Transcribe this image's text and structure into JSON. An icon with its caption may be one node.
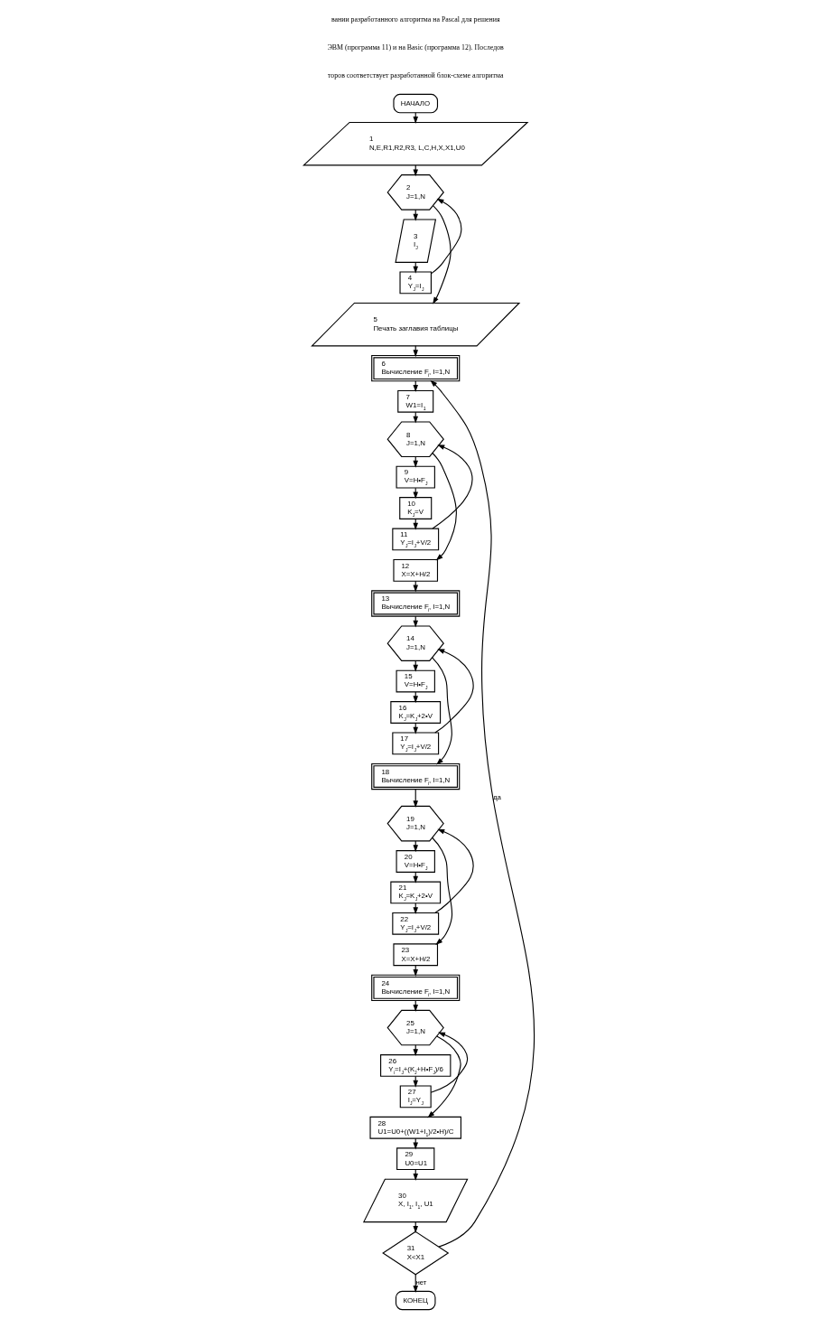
{
  "diagram": {
    "nodes": [
      {
        "text": [
          "НАЧАЛО"
        ]
      },
      {
        "text": [
          "1",
          "N,E,R1,R2,R3, L,C,H,X,X1,U0"
        ]
      },
      {
        "text": [
          "2",
          "J=1,N"
        ]
      },
      {
        "text": [
          "3",
          "I$_{J}$"
        ]
      },
      {
        "text": [
          "4",
          "Y$_{J}$=I$_{J}$"
        ]
      },
      {
        "text": [
          "5",
          "Печать заглавия таблицы"
        ]
      },
      {
        "text": [
          "6",
          "Вычисление F$_{i}$, I=1,N"
        ]
      },
      {
        "text": [
          "7",
          "W1=I$_{1}$"
        ]
      },
      {
        "text": [
          "8",
          "J=1,N"
        ]
      },
      {
        "text": [
          "9",
          "V=H•F$_{J}$"
        ]
      },
      {
        "text": [
          "10",
          "K$_{J}$=V"
        ]
      },
      {
        "text": [
          "11",
          "Y$_{J}$=I$_{J}$+V/2"
        ]
      },
      {
        "text": [
          "12",
          "X=X+H/2"
        ]
      },
      {
        "text": [
          "13",
          "Вычисление F$_{i}$, I=1,N"
        ]
      },
      {
        "text": [
          "14",
          "J=1,N"
        ]
      },
      {
        "text": [
          "15",
          "V=H•F$_{J}$"
        ]
      },
      {
        "text": [
          "16",
          "K$_{J}$=K$_{J}$+2•V"
        ]
      },
      {
        "text": [
          "17",
          "Y$_{J}$=I$_{J}$+V/2"
        ]
      },
      {
        "text": [
          "18",
          "Вычисление F$_{i}$, I=1,N"
        ]
      },
      {
        "text": [
          "19",
          "J=1,N"
        ]
      },
      {
        "text": [
          "20",
          "V=H•F$_{J}$"
        ]
      },
      {
        "text": [
          "21",
          "K$_{J}$=K$_{J}$+2•V"
        ]
      },
      {
        "text": [
          "22",
          "Y$_{J}$=I$_{J}$+V/2"
        ]
      },
      {
        "text": [
          "23",
          "X=X+H/2"
        ]
      },
      {
        "text": [
          "24",
          "Вычисление F$_{i}$, I=1,N"
        ]
      },
      {
        "text": [
          "25",
          "J=1,N"
        ]
      },
      {
        "text": [
          "26",
          "Y$_{i}$=I$_{J}$+(K$_{J}$+H•F$_{J}$)/6"
        ]
      },
      {
        "text": [
          "27",
          "I$_{J}$=Y$_{J}$"
        ]
      },
      {
        "text": [
          "28",
          "U1=U0+((W1+I$_{1}$)/2•H)/C"
        ]
      },
      {
        "text": [
          "29",
          "U0=U1"
        ]
      },
      {
        "text": [
          "30",
          "X, I$_{1}$, I$_{1}$, U1"
        ]
      },
      {
        "text": [
          "31",
          "X<X1"
        ]
      },
      {
        "text": [
          "КОНЕЦ"
        ]
      }
    ],
    "edges": [
      {
        "from": 0,
        "to": 1,
        "arrow": "to"
      },
      {
        "from": 1,
        "to": 2,
        "arrow": "to"
      },
      {
        "from": 2,
        "to": 3,
        "arrow": "to"
      },
      {
        "from": 3,
        "to": 4,
        "arrow": "to"
      },
      {
        "from": 4,
        "to": 2,
        "arrow": "to"
      },
      {
        "from": 2,
        "to": 5,
        "arrow": "to"
      },
      {
        "from": 5,
        "to": 6,
        "arrow": "to"
      },
      {
        "from": 6,
        "to": 7,
        "arrow": "to"
      },
      {
        "from": 7,
        "to": 8,
        "arrow": "to"
      },
      {
        "from": 8,
        "to": 9,
        "arrow": "to"
      },
      {
        "from": 9,
        "to": 10,
        "arrow": "to"
      },
      {
        "from": 10,
        "to": 11,
        "arrow": "to"
      },
      {
        "from": 11,
        "to": 8,
        "arrow": "to"
      },
      {
        "from": 8,
        "to": 12,
        "arrow": "to"
      },
      {
        "from": 12,
        "to": 13,
        "arrow": "to"
      },
      {
        "from": 13,
        "to": 14,
        "arrow": "to"
      },
      {
        "from": 14,
        "to": 15,
        "arrow": "to"
      },
      {
        "from": 15,
        "to": 16,
        "arrow": "to"
      },
      {
        "from": 16,
        "to": 17,
        "arrow": "to"
      },
      {
        "from": 17,
        "to": 14,
        "arrow": "to"
      },
      {
        "from": 14,
        "to": 18,
        "arrow": "to"
      },
      {
        "from": 18,
        "to": 19,
        "arrow": "to"
      },
      {
        "from": 19,
        "to": 20,
        "arrow": "to"
      },
      {
        "from": 20,
        "to": 21,
        "arrow": "to"
      },
      {
        "from": 21,
        "to": 22,
        "arrow": "to"
      },
      {
        "from": 22,
        "to": 19,
        "arrow": "to"
      },
      {
        "from": 19,
        "to": 23,
        "arrow": "to"
      },
      {
        "from": 23,
        "to": 24,
        "arrow": "to"
      },
      {
        "from": 24,
        "to": 25,
        "arrow": "to"
      },
      {
        "from": 25,
        "to": 26,
        "arrow": "to"
      },
      {
        "from": 26,
        "to": 27,
        "arrow": "to"
      },
      {
        "from": 27,
        "to": 25,
        "arrow": "to"
      },
      {
        "from": 25,
        "to": 28,
        "arrow": "to"
      },
      {
        "from": 28,
        "to": 29,
        "arrow": "to"
      },
      {
        "from": 29,
        "to": 30,
        "arrow": "to"
      },
      {
        "from": 30,
        "to": 31,
        "arrow": "to"
      },
      {
        "from": 31,
        "to": 6,
        "arrow": "to",
        "label": "да"
      },
      {
        "from": 31,
        "to": 32,
        "arrow": "to",
        "label": "нет"
      }
    ],
    "labels": [
      "вании разработанного алгоритма на Pascal для решения",
      "ЭВМ (программа 11) и на Basic (программа 12). Последов",
      "торов соответствует разработанной блок-схеме алгоритма"
    ]
  }
}
